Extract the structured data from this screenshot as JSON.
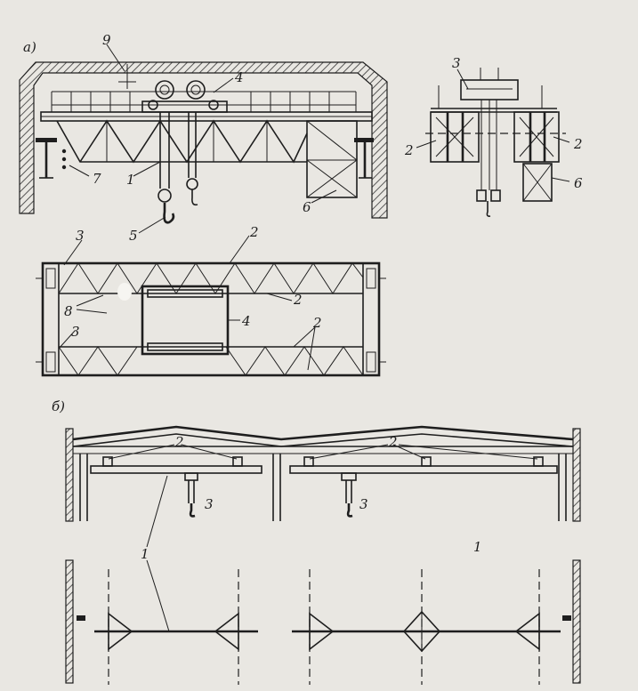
{
  "panel_labels": {
    "a": "а)",
    "b": "б)"
  },
  "callouts": {
    "top_elevation": [
      "9",
      "4",
      "7",
      "1",
      "5",
      "6"
    ],
    "end_view": [
      "3",
      "2",
      "2",
      "6"
    ],
    "plan_view": [
      "3",
      "2",
      "8",
      "2",
      "4",
      "3",
      "2"
    ],
    "bay_section": [
      "2",
      "2",
      "3",
      "3"
    ],
    "bay_plan": [
      "1",
      "1"
    ]
  },
  "colors": {
    "paper": "#e9e7e2",
    "ink": "#1e1e1e"
  }
}
